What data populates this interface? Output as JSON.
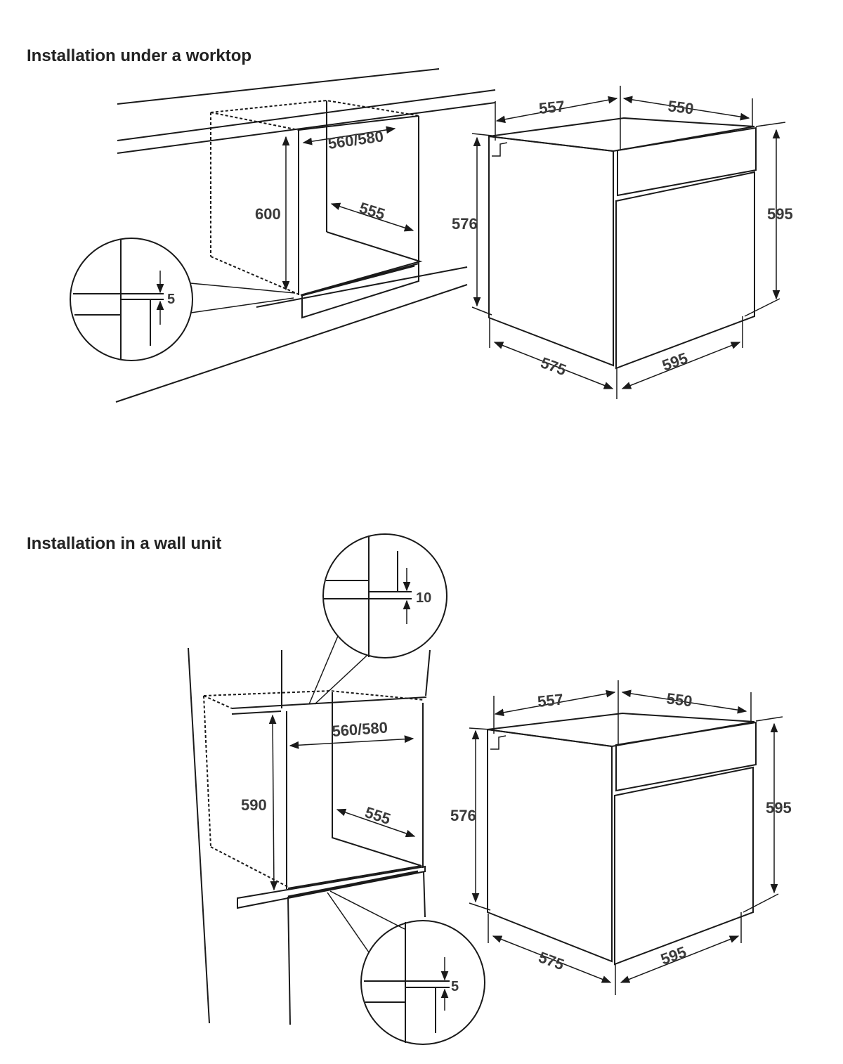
{
  "sections": {
    "under_worktop": {
      "title": "Installation under a worktop",
      "niche": {
        "width": "560/580",
        "height": "600",
        "depth": "555",
        "gap": "5"
      },
      "oven": {
        "top_depth": "557",
        "top_width": "550",
        "body_height": "576",
        "front_height": "595",
        "bottom_depth": "575",
        "bottom_width": "595"
      }
    },
    "wall_unit": {
      "title": "Installation in a wall unit",
      "niche": {
        "width": "560/580",
        "height": "590",
        "depth": "555",
        "gap_top": "10",
        "gap_bottom": "5"
      },
      "oven": {
        "top_depth": "557",
        "top_width": "550",
        "body_height": "576",
        "front_height": "595",
        "bottom_depth": "575",
        "bottom_width": "595"
      }
    }
  },
  "colors": {
    "line": "#1a1a1a",
    "text": "#3a3a3a"
  }
}
